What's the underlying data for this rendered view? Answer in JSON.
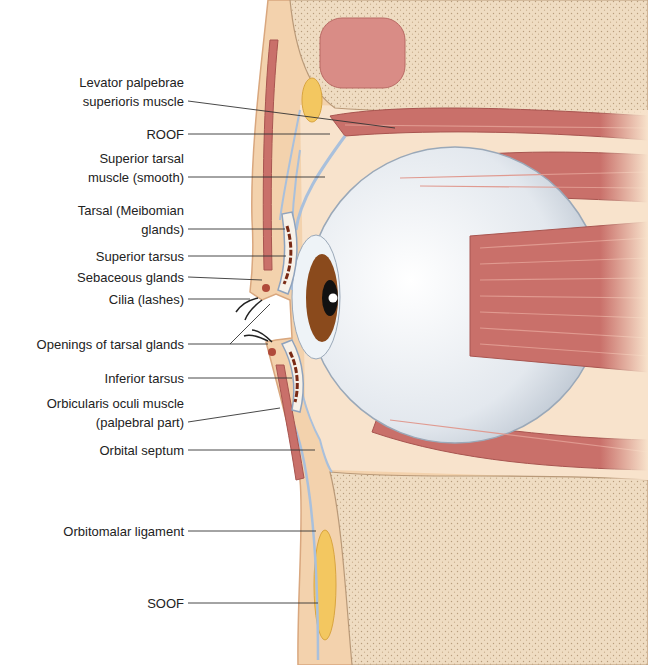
{
  "diagram": {
    "labels": [
      "Levator palpebrae superioris muscle",
      "ROOF",
      "Superior tarsal muscle (smooth)",
      "Tarsal (Meibomian glands)",
      "Superior tarsus",
      "Sebaceous glands",
      "Cilia (lashes)",
      "Openings of tarsal glands",
      "Inferior tarsus",
      "Orbicularis oculi muscle (palpebral part)",
      "Orbital septum",
      "Orbitomalar ligament",
      "SOOF"
    ]
  }
}
